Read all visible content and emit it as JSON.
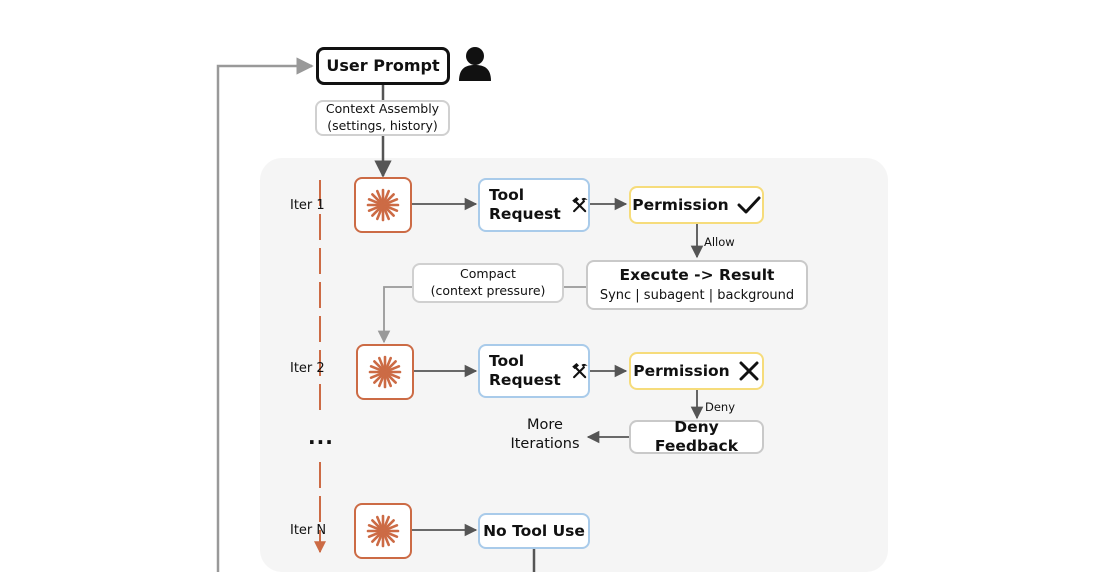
{
  "prompt": {
    "label": "User Prompt"
  },
  "context": {
    "line1": "Context Assembly",
    "line2": "(settings, history)"
  },
  "compact": {
    "line1": "Compact",
    "line2": "(context pressure)"
  },
  "iterations": {
    "iter1": "Iter 1",
    "iter2": "Iter 2",
    "iterN": "Iter N",
    "ellipsis": "..."
  },
  "tool": {
    "line1": "Tool",
    "line2": "Request"
  },
  "permission": {
    "label": "Permission"
  },
  "edges": {
    "allow": "Allow",
    "deny": "Deny"
  },
  "execute": {
    "title": "Execute -> Result",
    "subtitle": "Sync | subagent | background"
  },
  "deny_feedback": {
    "label": "Deny Feedback"
  },
  "more_iterations": {
    "line1": "More",
    "line2": "Iterations"
  },
  "no_tool": {
    "label": "No Tool Use"
  },
  "colors": {
    "llm_border": "#cc6b45",
    "tool_border": "#a9cbea",
    "permission_border": "#f6dc7b",
    "neutral_border": "#c9c9c9",
    "panel_bg": "#f5f5f5",
    "arrow": "#555555"
  },
  "icons": [
    "user-icon",
    "starburst-icon",
    "hammer-pick-icon",
    "check-icon",
    "x-icon"
  ]
}
